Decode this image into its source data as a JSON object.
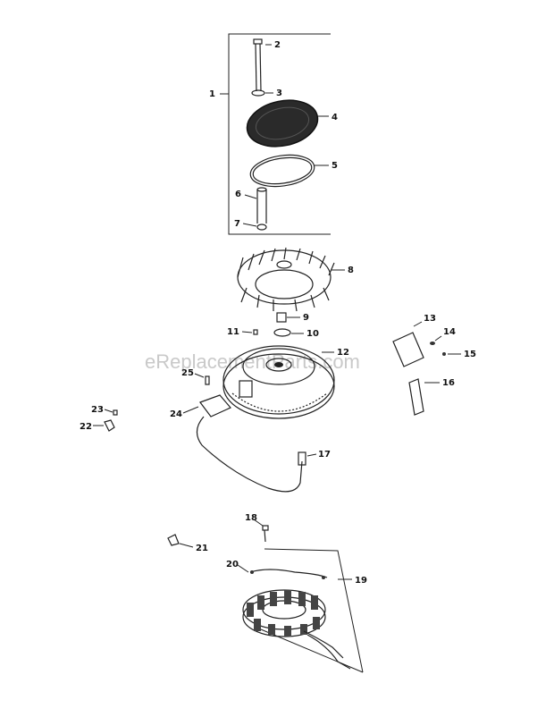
{
  "watermark": "eReplacementParts.com",
  "callouts": [
    {
      "id": "c1",
      "label": "1"
    },
    {
      "id": "c2",
      "label": "2"
    },
    {
      "id": "c3",
      "label": "3"
    },
    {
      "id": "c4",
      "label": "4"
    },
    {
      "id": "c5",
      "label": "5"
    },
    {
      "id": "c6",
      "label": "6"
    },
    {
      "id": "c7",
      "label": "7"
    },
    {
      "id": "c8",
      "label": "8"
    },
    {
      "id": "c9",
      "label": "9"
    },
    {
      "id": "c10",
      "label": "10"
    },
    {
      "id": "c11",
      "label": "11"
    },
    {
      "id": "c12",
      "label": "12"
    },
    {
      "id": "c13",
      "label": "13"
    },
    {
      "id": "c14",
      "label": "14"
    },
    {
      "id": "c15",
      "label": "15"
    },
    {
      "id": "c16",
      "label": "16"
    },
    {
      "id": "c17",
      "label": "17"
    },
    {
      "id": "c18",
      "label": "18"
    },
    {
      "id": "c19",
      "label": "19"
    },
    {
      "id": "c20",
      "label": "20"
    },
    {
      "id": "c21",
      "label": "21"
    },
    {
      "id": "c22",
      "label": "22"
    },
    {
      "id": "c23",
      "label": "23"
    },
    {
      "id": "c24",
      "label": "24"
    },
    {
      "id": "c25",
      "label": "25"
    }
  ]
}
